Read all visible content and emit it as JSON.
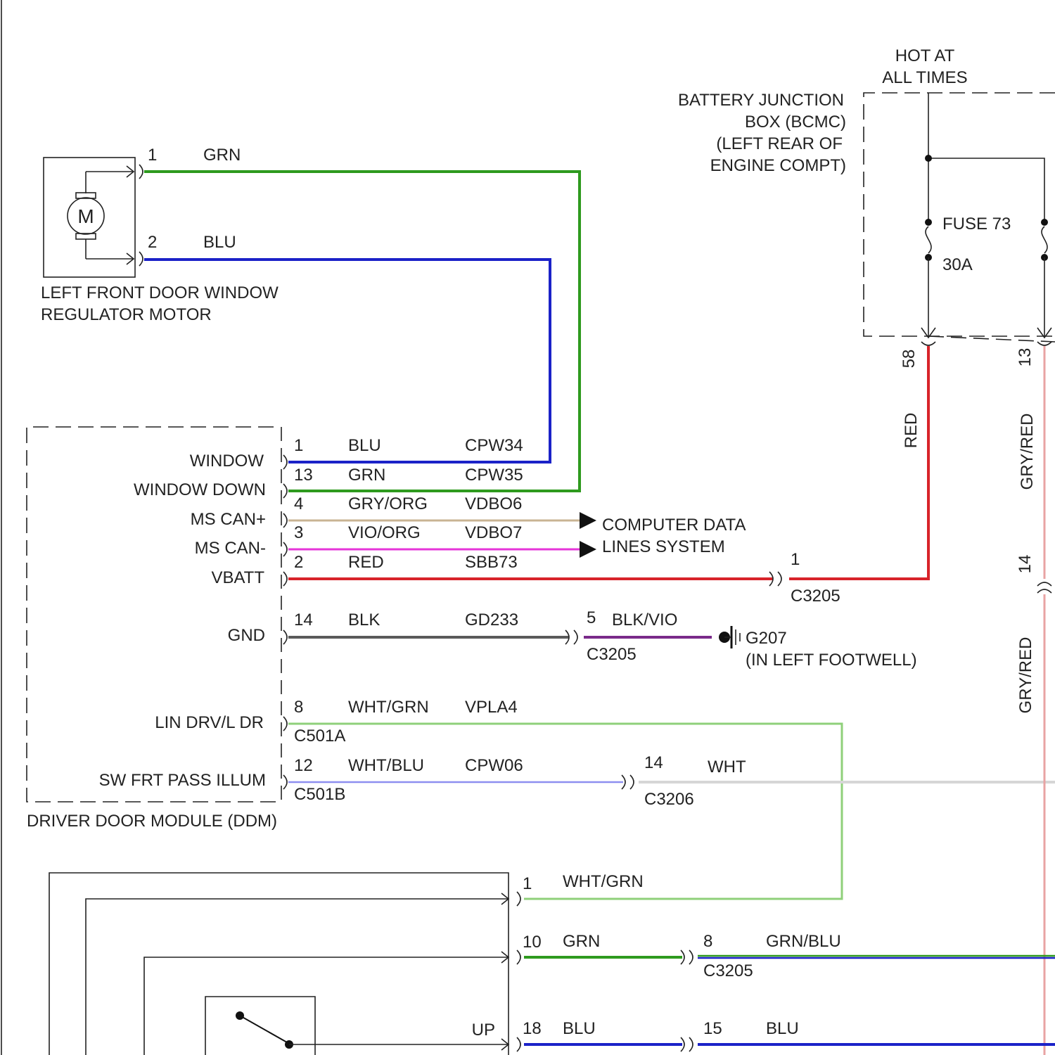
{
  "battery_box": {
    "hot_label_1": "HOT AT",
    "hot_label_2": "ALL TIMES",
    "name_1": "BATTERY JUNCTION",
    "name_2": "BOX (BCMC)",
    "name_3": "(LEFT REAR OF",
    "name_4": "ENGINE COMPT)",
    "fuse_name": "FUSE 73",
    "fuse_rating": "30A",
    "pin_a": "58",
    "pin_b": "13"
  },
  "motor": {
    "symbol": "M",
    "label_1": "LEFT FRONT DOOR WINDOW",
    "label_2": "REGULATOR MOTOR",
    "pin1": "1",
    "pin1_color": "GRN",
    "pin2": "2",
    "pin2_color": "BLU"
  },
  "ddm": {
    "name": "DRIVER DOOR MODULE (DDM)",
    "functions": [
      "WINDOW",
      "WINDOW DOWN",
      "MS CAN+",
      "MS CAN-",
      "VBATT",
      "GND",
      "LIN DRV/L DR",
      "SW FRT PASS ILLUM"
    ],
    "circuits": [
      {
        "pin": "1",
        "color": "BLU",
        "circuit": "CPW34"
      },
      {
        "pin": "13",
        "color": "GRN",
        "circuit": "CPW35"
      },
      {
        "pin": "4",
        "color": "GRY/ORG",
        "circuit": "VDBO6"
      },
      {
        "pin": "3",
        "color": "VIO/ORG",
        "circuit": "VDBO7"
      },
      {
        "pin": "2",
        "color": "RED",
        "circuit": "SBB73"
      },
      {
        "pin": "14",
        "color": "BLK",
        "circuit": "GD233"
      },
      {
        "pin": "8",
        "color": "WHT/GRN",
        "circuit": "VPLA4"
      },
      {
        "pin": "12",
        "color": "WHT/BLU",
        "circuit": "CPW06"
      }
    ],
    "conn_a": "C501A",
    "conn_b": "C501B"
  },
  "data_lines": {
    "line_1": "COMPUTER DATA",
    "line_2": "LINES SYSTEM"
  },
  "c3205_vbatt": {
    "pin": "1",
    "name": "C3205"
  },
  "c3205_gnd": {
    "pin": "5",
    "color": "BLK/VIO",
    "name": "C3205"
  },
  "ground": {
    "name": "G207",
    "location": "(IN LEFT FOOTWELL)"
  },
  "c3206": {
    "pin": "14",
    "color": "WHT",
    "name": "C3206"
  },
  "right_wires": {
    "red_label": "RED",
    "gry_red_1": "GRY/RED",
    "pin_14": "14",
    "gry_red_2": "GRY/RED"
  },
  "switch": {
    "pin1": "1",
    "pin1_color": "WHT/GRN",
    "pin10": "10",
    "pin10_color": "GRN",
    "pin18": "18",
    "pin18_color": "BLU",
    "up_label": "UP"
  },
  "c3205_lower": {
    "pin8": "8",
    "pin8_color": "GRN/BLU",
    "name": "C3205",
    "pin15": "15",
    "pin15_color": "BLU"
  },
  "colors": {
    "green": "#2e9a1e",
    "blue": "#1b22c8",
    "red": "#d8232a",
    "gray": "#5a5a5a",
    "tan": "#c9b493",
    "magenta": "#e634d8",
    "light_green": "#8fd07a",
    "light_blue": "#8e8ff0",
    "light_gray": "#d6d6d6",
    "pink": "#e8a3a3",
    "violet": "#7a2a8a"
  }
}
